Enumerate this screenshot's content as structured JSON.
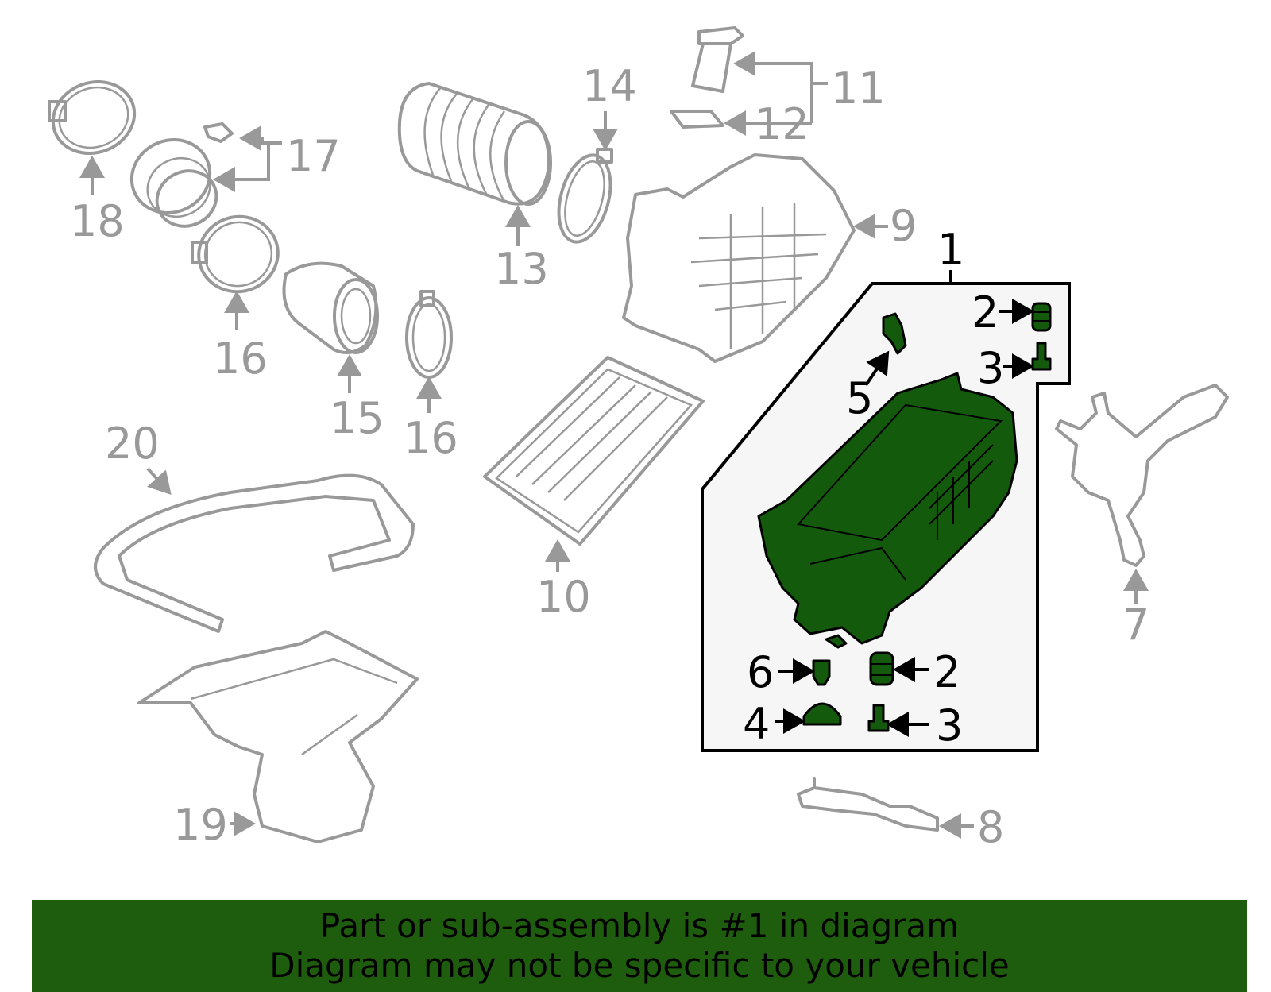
{
  "callouts": {
    "c1": "1",
    "c2a": "2",
    "c2b": "2",
    "c3a": "3",
    "c3b": "3",
    "c4": "4",
    "c5": "5",
    "c6": "6",
    "c7": "7",
    "c8": "8",
    "c9": "9",
    "c10": "10",
    "c11": "11",
    "c12": "12",
    "c13": "13",
    "c14": "14",
    "c15": "15",
    "c16a": "16",
    "c16b": "16",
    "c17": "17",
    "c18": "18",
    "c19": "19",
    "c20": "20"
  },
  "banner": {
    "line1": "Part or sub-assembly is #1 in diagram",
    "line2": "Diagram may not be specific to your vehicle"
  },
  "colors": {
    "highlight": "#145a0d",
    "banner": "#1f5d0e",
    "gray_parts": "#999999",
    "box_fill": "#f6f6f6"
  }
}
